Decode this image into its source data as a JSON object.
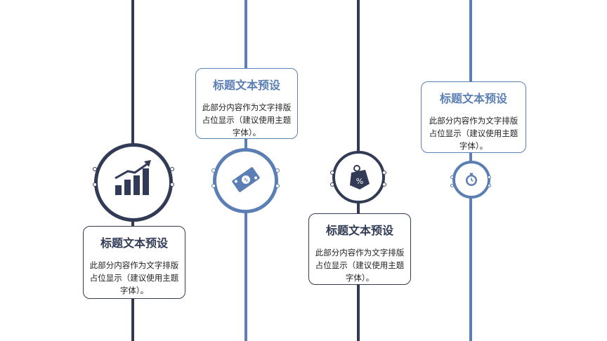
{
  "colors": {
    "dark": "#323b55",
    "blue": "#5b7fb5"
  },
  "steps": [
    {
      "icon": "growth-chart-icon",
      "title": "标题文本预设",
      "body": "此部分内容作为文字排版占位显示（建议使用主题字体）。"
    },
    {
      "icon": "money-bill-icon",
      "title": "标题文本预设",
      "body": "此部分内容作为文字排版占位显示（建议使用主题字体）。"
    },
    {
      "icon": "discount-tag-icon",
      "title": "标题文本预设",
      "body": "此部分内容作为文字排版占位显示（建议使用主题字体）。"
    },
    {
      "icon": "clock-icon",
      "title": "标题文本预设",
      "body": "此部分内容作为文字排版占位显示（建议使用主题字体）。"
    }
  ]
}
